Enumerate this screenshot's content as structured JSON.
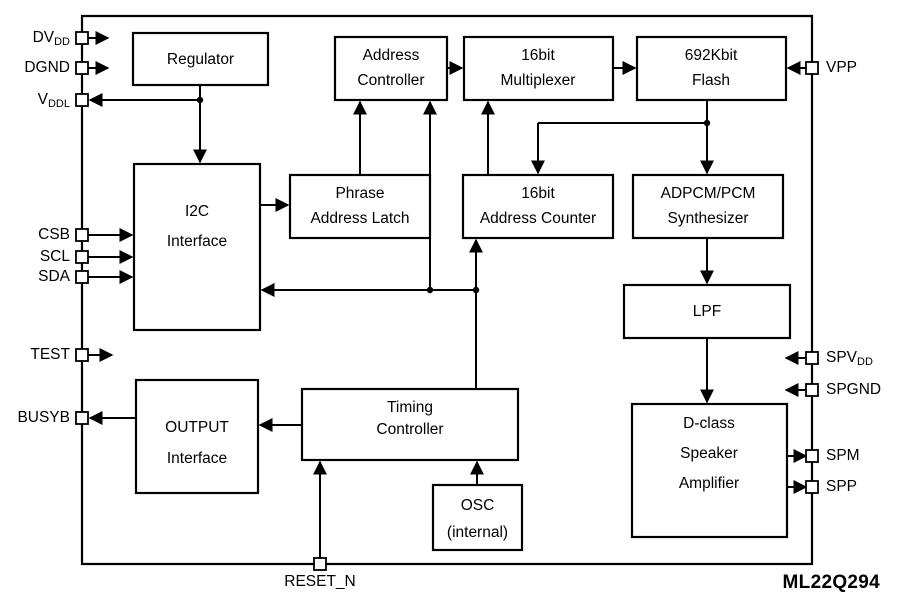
{
  "diagram": {
    "part_number": "ML22Q294",
    "blocks": [
      {
        "id": "regulator",
        "label": "Regulator",
        "lines": [
          "Regulator"
        ]
      },
      {
        "id": "addr-ctrl",
        "label": "Address Controller",
        "lines": [
          "Address",
          "Controller"
        ]
      },
      {
        "id": "mux",
        "label": "16bit Multiplexer",
        "lines": [
          "16bit",
          "Multiplexer"
        ]
      },
      {
        "id": "flash",
        "label": "692Kbit Flash",
        "lines": [
          "692Kbit",
          "Flash"
        ]
      },
      {
        "id": "i2c",
        "label": "I2C Interface",
        "lines": [
          "I2C",
          "Interface"
        ]
      },
      {
        "id": "latch",
        "label": "Phrase Address Latch",
        "lines": [
          "Phrase",
          "Address Latch"
        ]
      },
      {
        "id": "addr-cnt",
        "label": "16bit Address Counter",
        "lines": [
          "16bit",
          "Address Counter"
        ]
      },
      {
        "id": "synth",
        "label": "ADPCM/PCM Synthesizer",
        "lines": [
          "ADPCM/PCM",
          "Synthesizer"
        ]
      },
      {
        "id": "lpf",
        "label": "LPF",
        "lines": [
          "LPF"
        ]
      },
      {
        "id": "output-if",
        "label": "OUTPUT Interface",
        "lines": [
          "OUTPUT",
          "Interface"
        ]
      },
      {
        "id": "timing",
        "label": "Timing Controller",
        "lines": [
          "Timing",
          "Controller"
        ]
      },
      {
        "id": "osc",
        "label": "OSC (internal)",
        "lines": [
          "OSC",
          "(internal)"
        ]
      },
      {
        "id": "dclass",
        "label": "D-class Speaker Amplifier",
        "lines": [
          "D-class",
          "Speaker",
          "Amplifier"
        ]
      }
    ],
    "pins": {
      "left": [
        {
          "id": "dvdd",
          "base": "DV",
          "sub": "DD",
          "direction": "in"
        },
        {
          "id": "dgnd",
          "base": "DGND",
          "sub": "",
          "direction": "in"
        },
        {
          "id": "vddl",
          "base": "V",
          "sub": "DDL",
          "direction": "out"
        },
        {
          "id": "csb",
          "base": "CSB",
          "sub": "",
          "direction": "in"
        },
        {
          "id": "scl",
          "base": "SCL",
          "sub": "",
          "direction": "in"
        },
        {
          "id": "sda",
          "base": "SDA",
          "sub": "",
          "direction": "in"
        },
        {
          "id": "test",
          "base": "TEST",
          "sub": "",
          "direction": "in"
        },
        {
          "id": "busyb",
          "base": "BUSYB",
          "sub": "",
          "direction": "out"
        }
      ],
      "right": [
        {
          "id": "vpp",
          "base": "VPP",
          "sub": "",
          "direction": "in"
        },
        {
          "id": "spvdd",
          "base": "SPV",
          "sub": "DD",
          "direction": "in"
        },
        {
          "id": "spgnd",
          "base": "SPGND",
          "sub": "",
          "direction": "in"
        },
        {
          "id": "spm",
          "base": "SPM",
          "sub": "",
          "direction": "out"
        },
        {
          "id": "spp",
          "base": "SPP",
          "sub": "",
          "direction": "out"
        }
      ],
      "bottom": [
        {
          "id": "reset-n",
          "base": "RESET_N",
          "sub": "",
          "direction": "in"
        }
      ]
    },
    "colors": {
      "line": "#000000",
      "fill": "#ffffff",
      "text": "#000000"
    }
  }
}
